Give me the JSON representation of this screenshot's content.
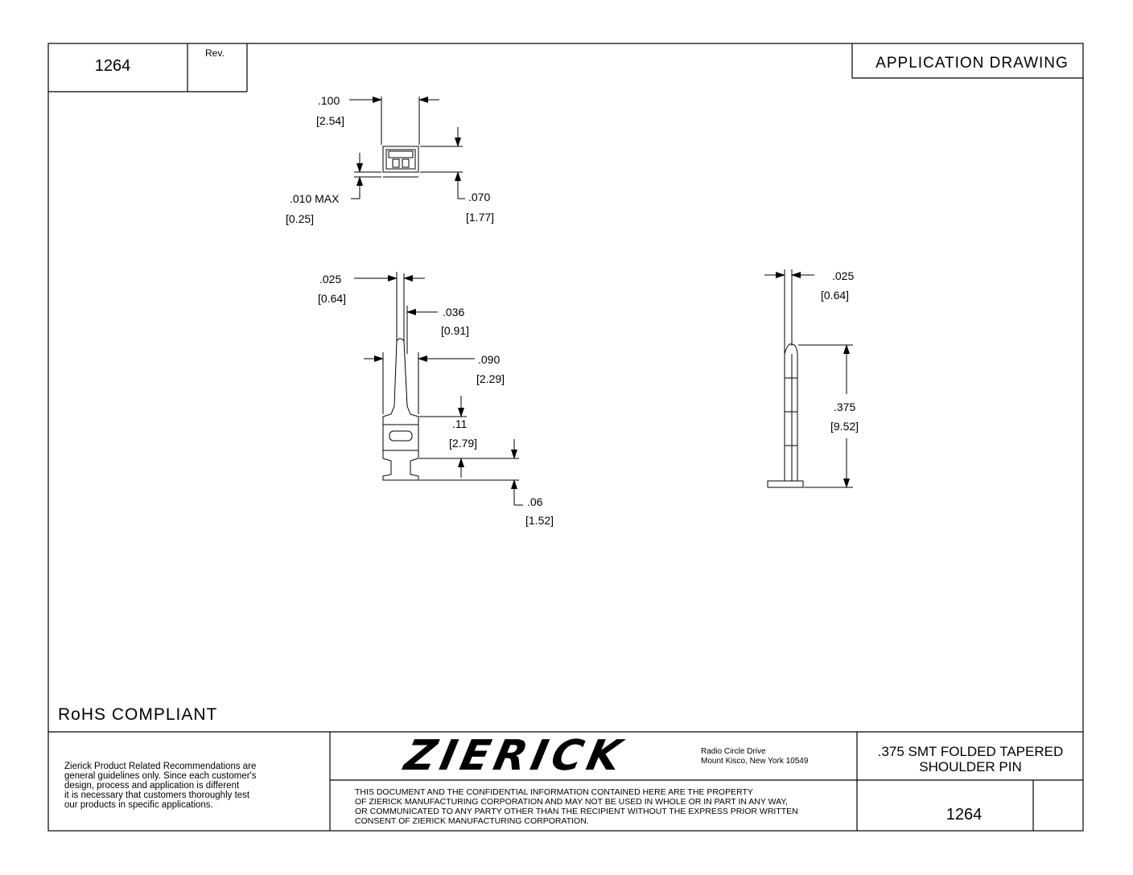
{
  "header": {
    "part_number": "1264",
    "rev_label": "Rev.",
    "drawing_type": "APPLICATION DRAWING"
  },
  "top_view": {
    "dim_width": ".100",
    "dim_width_mm": "[2.54]",
    "dim_gap": ".010 MAX",
    "dim_gap_mm": "[0.25]",
    "dim_height": ".070",
    "dim_height_mm": "[1.77]"
  },
  "front_view": {
    "dim_tip": ".025",
    "dim_tip_mm": "[0.64]",
    "dim_neck": ".036",
    "dim_neck_mm": "[0.91]",
    "dim_body": ".090",
    "dim_body_mm": "[2.29]",
    "dim_shoulder": ".11",
    "dim_shoulder_mm": "[2.79]",
    "dim_base": ".06",
    "dim_base_mm": "[1.52]"
  },
  "side_view": {
    "dim_thickness": ".025",
    "dim_thickness_mm": "[0.64]",
    "dim_length": ".375",
    "dim_length_mm": "[9.52]"
  },
  "rohs": "RoHS COMPLIANT",
  "title_block": {
    "disclaimer": [
      "Zierick Product Related Recommendations are",
      "general guidelines only. Since each customer's",
      "design, process and application is different",
      "it is necessary that customers thoroughly test",
      "our products in specific applications."
    ],
    "logo_text": "ZIERICK",
    "address_line1": "Radio Circle Drive",
    "address_line2": "Mount Kisco, New York 10549",
    "confidential": [
      "THIS DOCUMENT AND THE CONFIDENTIAL INFORMATION CONTAINED HERE ARE THE PROPERTY",
      "OF ZIERICK MANUFACTURING CORPORATION AND MAY NOT BE USED IN WHOLE OR IN PART IN ANY WAY,",
      "OR COMMUNICATED TO ANY PARTY OTHER THAN THE RECIPIENT WITHOUT THE EXPRESS PRIOR WRITTEN",
      "CONSENT OF ZIERICK MANUFACTURING CORPORATION."
    ],
    "title_line1": ".375 SMT FOLDED TAPERED",
    "title_line2": "SHOULDER PIN",
    "part_number": "1264"
  }
}
